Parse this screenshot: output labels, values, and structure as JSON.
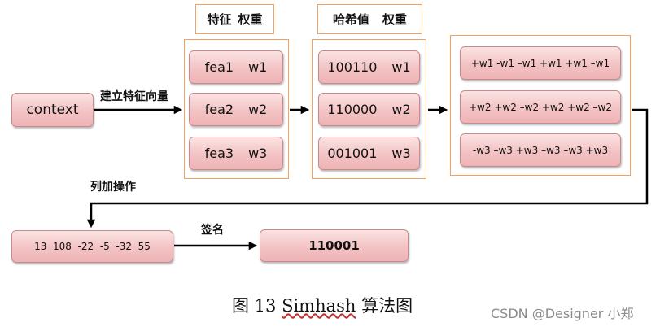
{
  "input": {
    "label": "context"
  },
  "arrow_labels": {
    "build_vector": "建立特征向量",
    "column_add": "列加操作",
    "signature": "签名"
  },
  "headers": {
    "features": {
      "col1": "特征",
      "col2": "权重"
    },
    "hashes": {
      "col1": "哈希值",
      "col2": "权重"
    }
  },
  "features": [
    {
      "name": "fea1",
      "weight": "w1"
    },
    {
      "name": "fea2",
      "weight": "w2"
    },
    {
      "name": "fea3",
      "weight": "w3"
    }
  ],
  "hashes": [
    {
      "hash": "100110",
      "weight": "w1"
    },
    {
      "hash": "110000",
      "weight": "w2"
    },
    {
      "hash": "001001",
      "weight": "w3"
    }
  ],
  "weighted": [
    "+w1 -w1 –w1 +w1 +w1 –w1",
    "+w2 +w2 –w2 +w2 +w2 –w2",
    "-w3 –w3 +w3 –w3 –w3 +w3"
  ],
  "sum_vector": "13  108  -22  -5  -32  55",
  "result": "110001",
  "caption": {
    "prefix": "图 13 ",
    "name": "Simhash",
    "suffix": " 算法图"
  },
  "watermark": "CSDN @Designer 小郑",
  "colors": {
    "box_fill": "#f3c3c4",
    "frame_border": "#f3a15e",
    "arrow": "#000000"
  }
}
